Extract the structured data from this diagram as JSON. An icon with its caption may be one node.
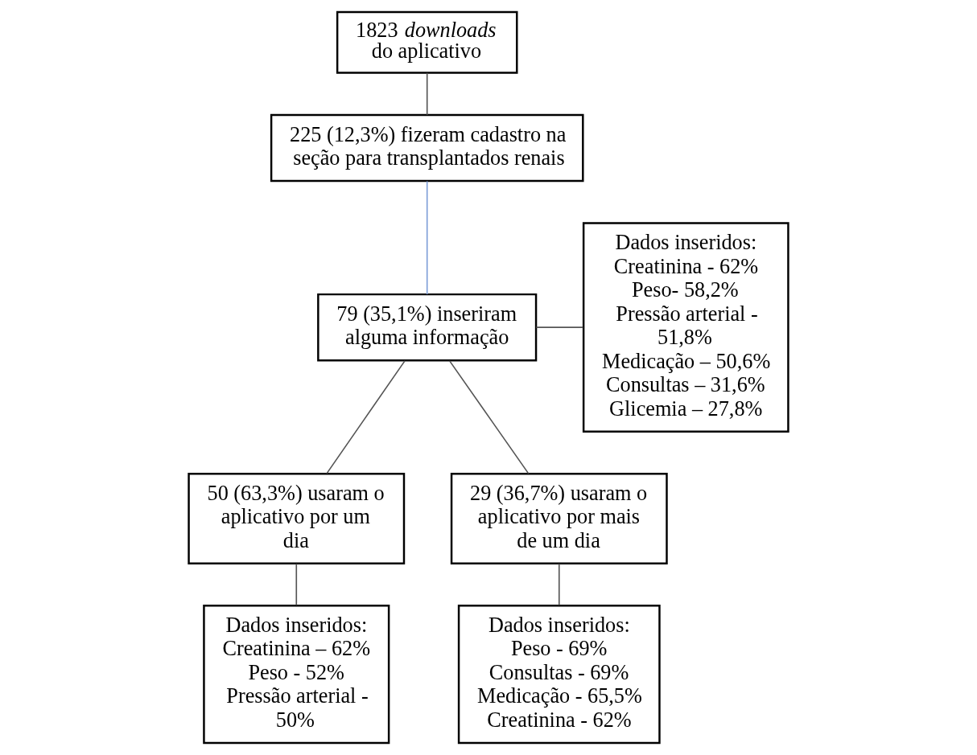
{
  "diagram": {
    "nodes": [
      {
        "text": [
          "1823 *downloads* do aplicativo"
        ]
      },
      {
        "text": [
          "225 (12,3%) fizeram cadastro na seção para transplantados renais"
        ]
      },
      {
        "text": [
          "79 (35,1%) inseriram alguma informação"
        ]
      },
      {
        "text": [
          "Dados inseridos:",
          "Creatinina - 62%",
          "Peso- 58,2%",
          "Pressão arterial - 51,8%",
          "Medicação – 50,6%",
          "Consultas – 31,6%",
          "Glicemia – 27,8%"
        ]
      },
      {
        "text": [
          "50 (63,3%) usaram o aplicativo por um dia"
        ]
      },
      {
        "text": [
          "29 (36,7%) usaram o aplicativo por mais de um dia"
        ]
      },
      {
        "text": [
          "Dados inseridos:",
          "Creatinina – 62%",
          "Peso - 52%",
          "Pressão arterial - 50%"
        ]
      },
      {
        "text": [
          "Dados inseridos:",
          "Peso - 69%",
          "Consultas - 69%",
          "Medicação - 65,5%",
          "Creatinina - 62%"
        ]
      }
    ],
    "edges": [
      {
        "from": 0,
        "to": 1,
        "arrow": "none"
      },
      {
        "from": 1,
        "to": 2,
        "arrow": "none",
        "color": "#7f9fd8"
      },
      {
        "from": 2,
        "to": 3,
        "arrow": "none"
      },
      {
        "from": 2,
        "to": 4,
        "arrow": "none"
      },
      {
        "from": 2,
        "to": 5,
        "arrow": "none"
      },
      {
        "from": 4,
        "to": 6,
        "arrow": "none"
      },
      {
        "from": 5,
        "to": 7,
        "arrow": "none"
      }
    ]
  }
}
